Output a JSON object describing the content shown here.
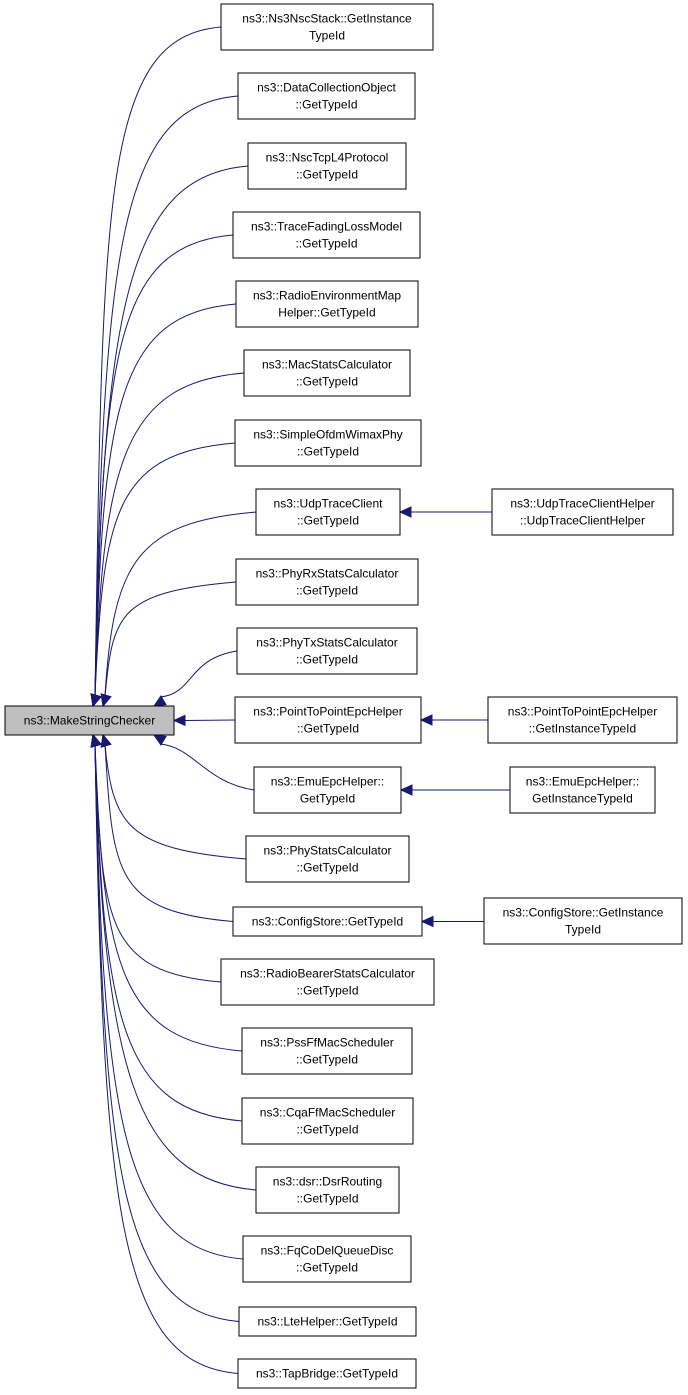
{
  "graph": {
    "root": {
      "id": "root",
      "lines": [
        "ns3::MakeStringChecker"
      ]
    },
    "callers": [
      {
        "id": "n1",
        "lines": [
          "ns3::Ns3NscStack::GetInstance",
          "TypeId"
        ]
      },
      {
        "id": "n2",
        "lines": [
          "ns3::DataCollectionObject",
          "::GetTypeId"
        ]
      },
      {
        "id": "n3",
        "lines": [
          "ns3::NscTcpL4Protocol",
          "::GetTypeId"
        ]
      },
      {
        "id": "n4",
        "lines": [
          "ns3::TraceFadingLossModel",
          "::GetTypeId"
        ]
      },
      {
        "id": "n5",
        "lines": [
          "ns3::RadioEnvironmentMap",
          "Helper::GetTypeId"
        ]
      },
      {
        "id": "n6",
        "lines": [
          "ns3::MacStatsCalculator",
          "::GetTypeId"
        ]
      },
      {
        "id": "n7",
        "lines": [
          "ns3::SimpleOfdmWimaxPhy",
          "::GetTypeId"
        ]
      },
      {
        "id": "n8",
        "lines": [
          "ns3::UdpTraceClient",
          "::GetTypeId"
        ]
      },
      {
        "id": "n9",
        "lines": [
          "ns3::PhyRxStatsCalculator",
          "::GetTypeId"
        ]
      },
      {
        "id": "n10",
        "lines": [
          "ns3::PhyTxStatsCalculator",
          "::GetTypeId"
        ]
      },
      {
        "id": "n11",
        "lines": [
          "ns3::PointToPointEpcHelper",
          "::GetTypeId"
        ]
      },
      {
        "id": "n12",
        "lines": [
          "ns3::EmuEpcHelper::",
          "GetTypeId"
        ]
      },
      {
        "id": "n13",
        "lines": [
          "ns3::PhyStatsCalculator",
          "::GetTypeId"
        ]
      },
      {
        "id": "n14",
        "lines": [
          "ns3::ConfigStore::GetTypeId"
        ]
      },
      {
        "id": "n15",
        "lines": [
          "ns3::RadioBearerStatsCalculator",
          "::GetTypeId"
        ]
      },
      {
        "id": "n16",
        "lines": [
          "ns3::PssFfMacScheduler",
          "::GetTypeId"
        ]
      },
      {
        "id": "n17",
        "lines": [
          "ns3::CqaFfMacScheduler",
          "::GetTypeId"
        ]
      },
      {
        "id": "n18",
        "lines": [
          "ns3::dsr::DsrRouting",
          "::GetTypeId"
        ]
      },
      {
        "id": "n19",
        "lines": [
          "ns3::FqCoDelQueueDisc",
          "::GetTypeId"
        ]
      },
      {
        "id": "n20",
        "lines": [
          "ns3::LteHelper::GetTypeId"
        ]
      },
      {
        "id": "n21",
        "lines": [
          "ns3::TapBridge::GetTypeId"
        ]
      }
    ],
    "second_callers": [
      {
        "id": "m8",
        "of": "n8",
        "lines": [
          "ns3::UdpTraceClientHelper",
          "::UdpTraceClientHelper"
        ]
      },
      {
        "id": "m11",
        "of": "n11",
        "lines": [
          "ns3::PointToPointEpcHelper",
          "::GetInstanceTypeId"
        ]
      },
      {
        "id": "m12",
        "of": "n12",
        "lines": [
          "ns3::EmuEpcHelper::",
          "GetInstanceTypeId"
        ]
      },
      {
        "id": "m14",
        "of": "n14",
        "lines": [
          "ns3::ConfigStore::GetInstance",
          "TypeId"
        ]
      }
    ],
    "colors": {
      "edge": "#191970",
      "root_fill": "#bfbfbf",
      "node_fill": "#ffffff",
      "node_stroke": "#000000"
    }
  }
}
